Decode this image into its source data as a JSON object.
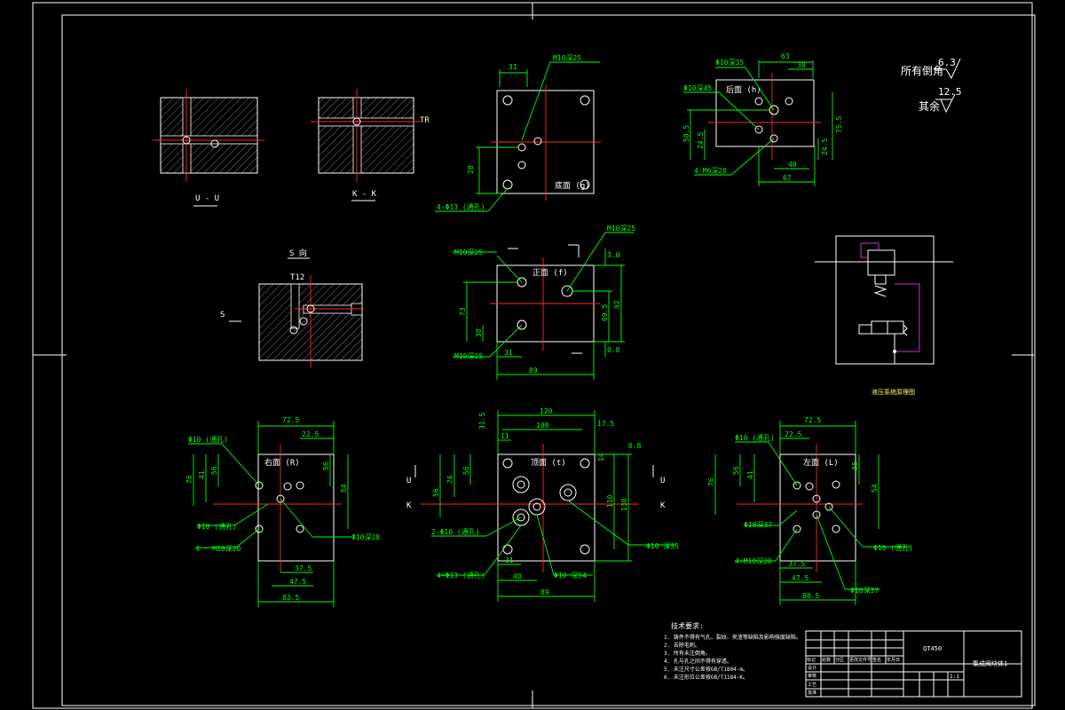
{
  "views": {
    "uu": "U - U",
    "kk": "K - K",
    "s": "S 向",
    "t12": "T12",
    "s_mark": "S",
    "u_mark": "U",
    "k_mark": "K",
    "tr": "TR"
  },
  "roughness": {
    "all_label": "所有倒角",
    "all_value": "6.3",
    "rest_label": "其余",
    "rest_value": "12.5"
  },
  "bottom_face": {
    "label": "底面 (g)",
    "callouts": [
      "M10深25",
      "4-Φ13 (通孔)"
    ],
    "dims": [
      "31",
      "28"
    ]
  },
  "rear_face": {
    "label": "后面 (h)",
    "callouts": [
      "Φ10深35",
      "Φ10深45",
      "4-M6深20"
    ],
    "dims": [
      "63",
      "30",
      "50.5",
      "24.5",
      "75.5",
      "24.5",
      "40",
      "67"
    ]
  },
  "front_face": {
    "label": "正面 (f)",
    "callouts": [
      "M10深25",
      "M10深25",
      "M10深25"
    ],
    "dims": [
      "3.0",
      "73",
      "30",
      "69.5",
      "92",
      "31",
      "89",
      "0.8"
    ]
  },
  "right_face": {
    "label": "右面 (R)",
    "callouts": [
      "Φ10 (通孔)",
      "Φ10 (通孔)",
      "4 - M10深20",
      "Φ10深28"
    ],
    "dims": [
      "72.5",
      "22.5",
      "41",
      "56",
      "76",
      "56",
      "54",
      "37.5",
      "47.5",
      "83.5"
    ]
  },
  "top_face": {
    "label": "顶面 (t)",
    "callouts": [
      "2-Φ10 (通孔)",
      "4-Φ13 (通孔)",
      "Φ10 深54",
      "Φ10 深35"
    ],
    "dims": [
      "120",
      "108",
      "17.5",
      "31.5",
      "11",
      "14",
      "0.8",
      "56",
      "76",
      "56",
      "110",
      "130",
      "31",
      "40",
      "89"
    ]
  },
  "left_face": {
    "label": "左面 (L)",
    "callouts": [
      "Φ10 (通孔)",
      "Φ10深37",
      "4-M10深20",
      "Φ10 (通孔)",
      "Φ10深37"
    ],
    "dims": [
      "72.5",
      "22.5",
      "41",
      "56",
      "76",
      "36",
      "54",
      "37.5",
      "47.5",
      "88.5"
    ]
  },
  "schematic": {
    "caption": "液压系统原理图"
  },
  "notes": {
    "title": "技术要求:",
    "items": [
      "1. 铸件不得有气孔、裂纹、夹渣等缺陷及影响强度缺陷。",
      "2. 去除毛刺。",
      "3. 所有未注倒角。",
      "4. 孔与孔之间不得有穿透。",
      "5. 未注尺寸公差按GB/T1804-m。",
      "6. 未注形位公差按GB/T1184-K。"
    ]
  },
  "title_block": {
    "material": "QT450",
    "drawing_name": "集成阀块体1",
    "scale": "1:1",
    "labels": [
      "标记",
      "处数",
      "分区",
      "更改文件号",
      "签名",
      "年月日"
    ],
    "roles": [
      "设计",
      "审核",
      "工艺",
      "批准"
    ]
  },
  "colors": {
    "background": "#000000",
    "frame": "#ffffff",
    "dimension": "#00ff00",
    "centerline": "#ff2a2a",
    "hydraulic_line": "#cc33cc"
  }
}
